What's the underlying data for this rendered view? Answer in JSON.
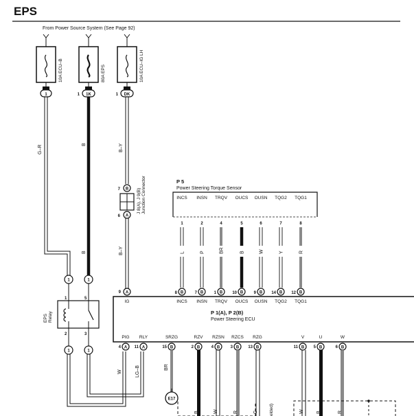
{
  "title": "EPS",
  "source_note": "From Power Source System (See Page 92)",
  "fuses": [
    {
      "label": "10A ECU–B",
      "terminal": "1"
    },
    {
      "label": "80A EPS",
      "terminal_no": "1",
      "terminal": "1K"
    },
    {
      "label": "10A ECU–IG LH",
      "terminal_no": "1",
      "terminal": "DK"
    }
  ],
  "wires": {
    "gr": "G–R",
    "b": "B",
    "by": "B–Y",
    "w": "W",
    "lgb": "LG–B",
    "br": "BR"
  },
  "junction": {
    "label1": "J 8(A), J 9(B)",
    "label2": "Junction Connector",
    "top": "7",
    "top_conn": "B",
    "bottom": "6",
    "bottom_conn": "A"
  },
  "sensor": {
    "code": "P 5",
    "name": "Power Steering Torque Sensor",
    "pins": [
      {
        "num": "1",
        "name": "INCS",
        "wire": "L",
        "ecu_num": "8",
        "ecu_conn": "B"
      },
      {
        "num": "2",
        "name": "INSN",
        "wire": "P",
        "ecu_num": "7",
        "ecu_conn": "B"
      },
      {
        "num": "4",
        "name": "TRQV",
        "wire": "BR",
        "ecu_num": "1",
        "ecu_conn": "B"
      },
      {
        "num": "5",
        "name": "OUCS",
        "wire": "B",
        "ecu_num": "10",
        "ecu_conn": "B"
      },
      {
        "num": "6",
        "name": "OUSN",
        "wire": "W",
        "ecu_num": "9",
        "ecu_conn": "B"
      },
      {
        "num": "7",
        "name": "TQG2",
        "wire": "Y",
        "ecu_num": "14",
        "ecu_conn": "B"
      },
      {
        "num": "8",
        "name": "TQG1",
        "wire": "R",
        "ecu_num": "12",
        "ecu_conn": "B"
      }
    ]
  },
  "ecu": {
    "code": "P 1(A), P 2(B)",
    "name": "Power Steering ECU",
    "ig_label": "IG",
    "ig_num": "9",
    "ig_conn": "A",
    "bottom_pins": [
      {
        "name": "PIG",
        "num": "4",
        "conn": "A"
      },
      {
        "name": "RLY",
        "num": "11",
        "conn": "A"
      },
      {
        "name": "SRZG",
        "num": "15",
        "conn": "B"
      },
      {
        "name": "RZV",
        "num": "2",
        "conn": "B"
      },
      {
        "name": "RZSN",
        "num": "4",
        "conn": "B"
      },
      {
        "name": "RZCS",
        "num": "3",
        "conn": "B"
      },
      {
        "name": "RZG",
        "num": "13",
        "conn": "B"
      },
      {
        "name": "V",
        "num": "11",
        "conn": "B"
      },
      {
        "name": "U",
        "num": "5",
        "conn": "B"
      },
      {
        "name": "W",
        "num": "6",
        "conn": "B"
      }
    ]
  },
  "relay": {
    "label1": "EPS",
    "label2": "Relay",
    "pin1": "1",
    "pin2": "2",
    "pin3": "3",
    "pin5": "5",
    "conn_top": "1",
    "conn_bottom": "1"
  },
  "ground": "E17",
  "bottom_wires": [
    "B",
    "W",
    "R",
    "G",
    "B",
    "R"
  ],
  "partial_label": "elded)",
  "colors": {
    "line": "#111111",
    "bg": "#ffffff",
    "grey": "#8a8a8a"
  }
}
